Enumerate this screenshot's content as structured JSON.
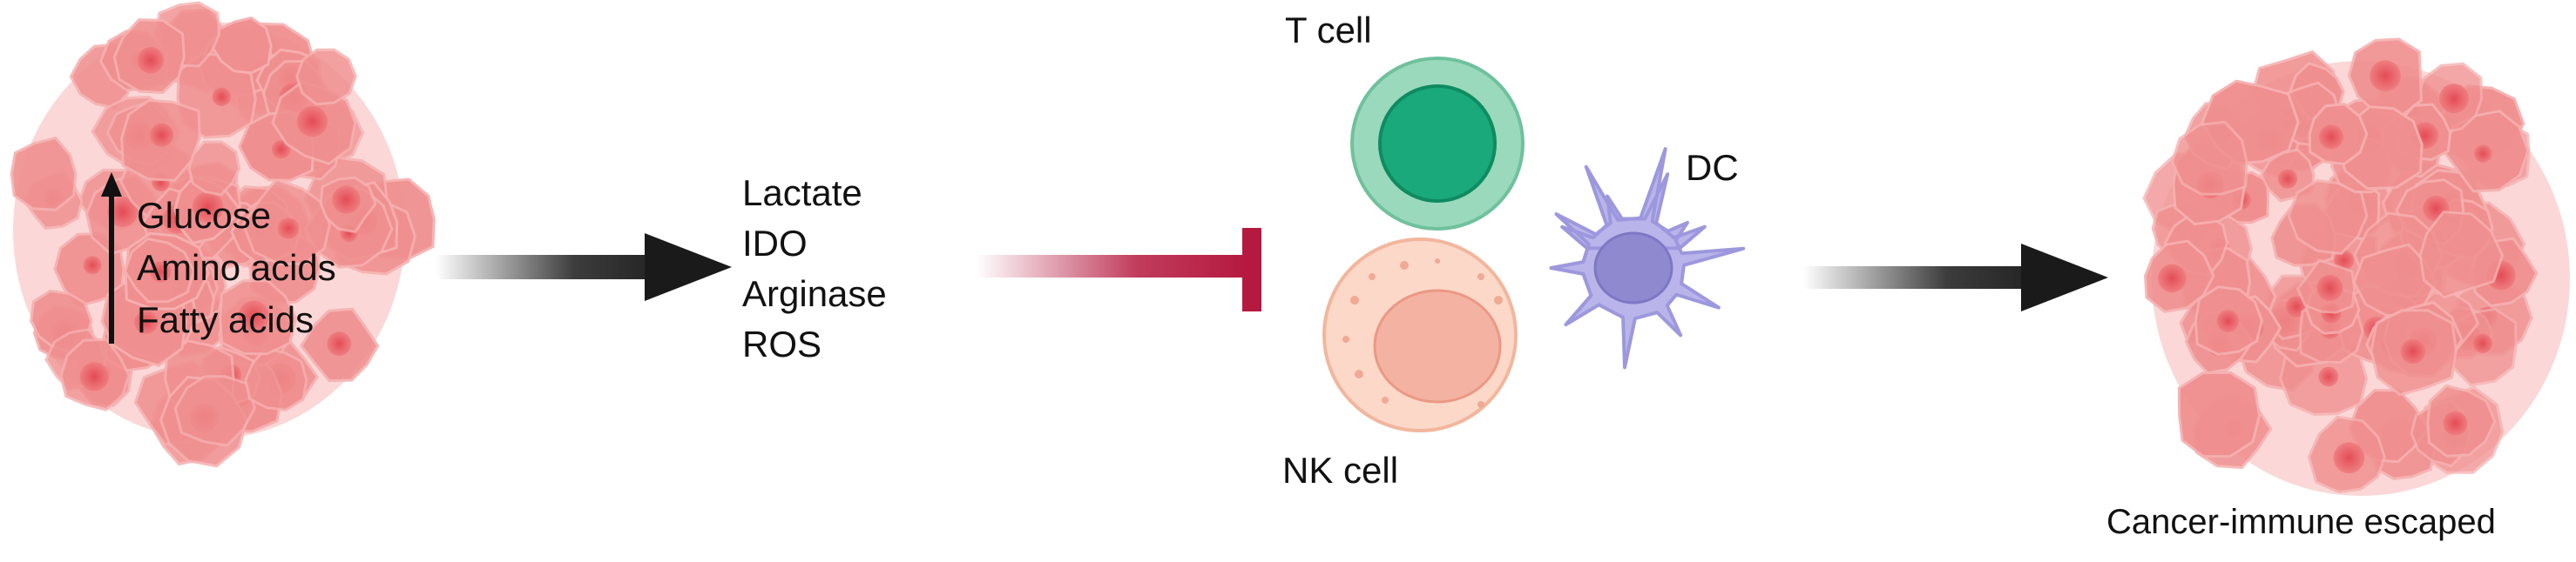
{
  "tumor_left": {
    "nutrients": [
      "Glucose",
      "Amino acids",
      "Fatty acids"
    ],
    "arrow_direction": "up"
  },
  "metabolites": [
    "Lactate",
    "IDO",
    "Arginase",
    "ROS"
  ],
  "immune_cells": {
    "t_cell": "T cell",
    "dc": "DC",
    "nk_cell": "NK cell"
  },
  "tumor_right": {
    "label": "Cancer-immune escaped"
  },
  "colors": {
    "tumor": "#f08f8f",
    "tumor_nucleus": "#e8575d",
    "arrow": "#1a1a1a",
    "inhibit": "#b5193f",
    "t_cell_outer": "#8fd6b5",
    "t_cell_nucleus": "#15a978",
    "dc_body": "#b7b3e8",
    "dc_nucleus": "#8f8ad0",
    "nk_outer": "#fad3c2",
    "nk_nucleus": "#f3b4a5"
  },
  "icons": [
    "tumor-cluster-icon",
    "up-arrow-icon",
    "right-arrow-icon",
    "inhibition-arrow-icon",
    "t-cell-icon",
    "dendritic-cell-icon",
    "nk-cell-icon"
  ]
}
